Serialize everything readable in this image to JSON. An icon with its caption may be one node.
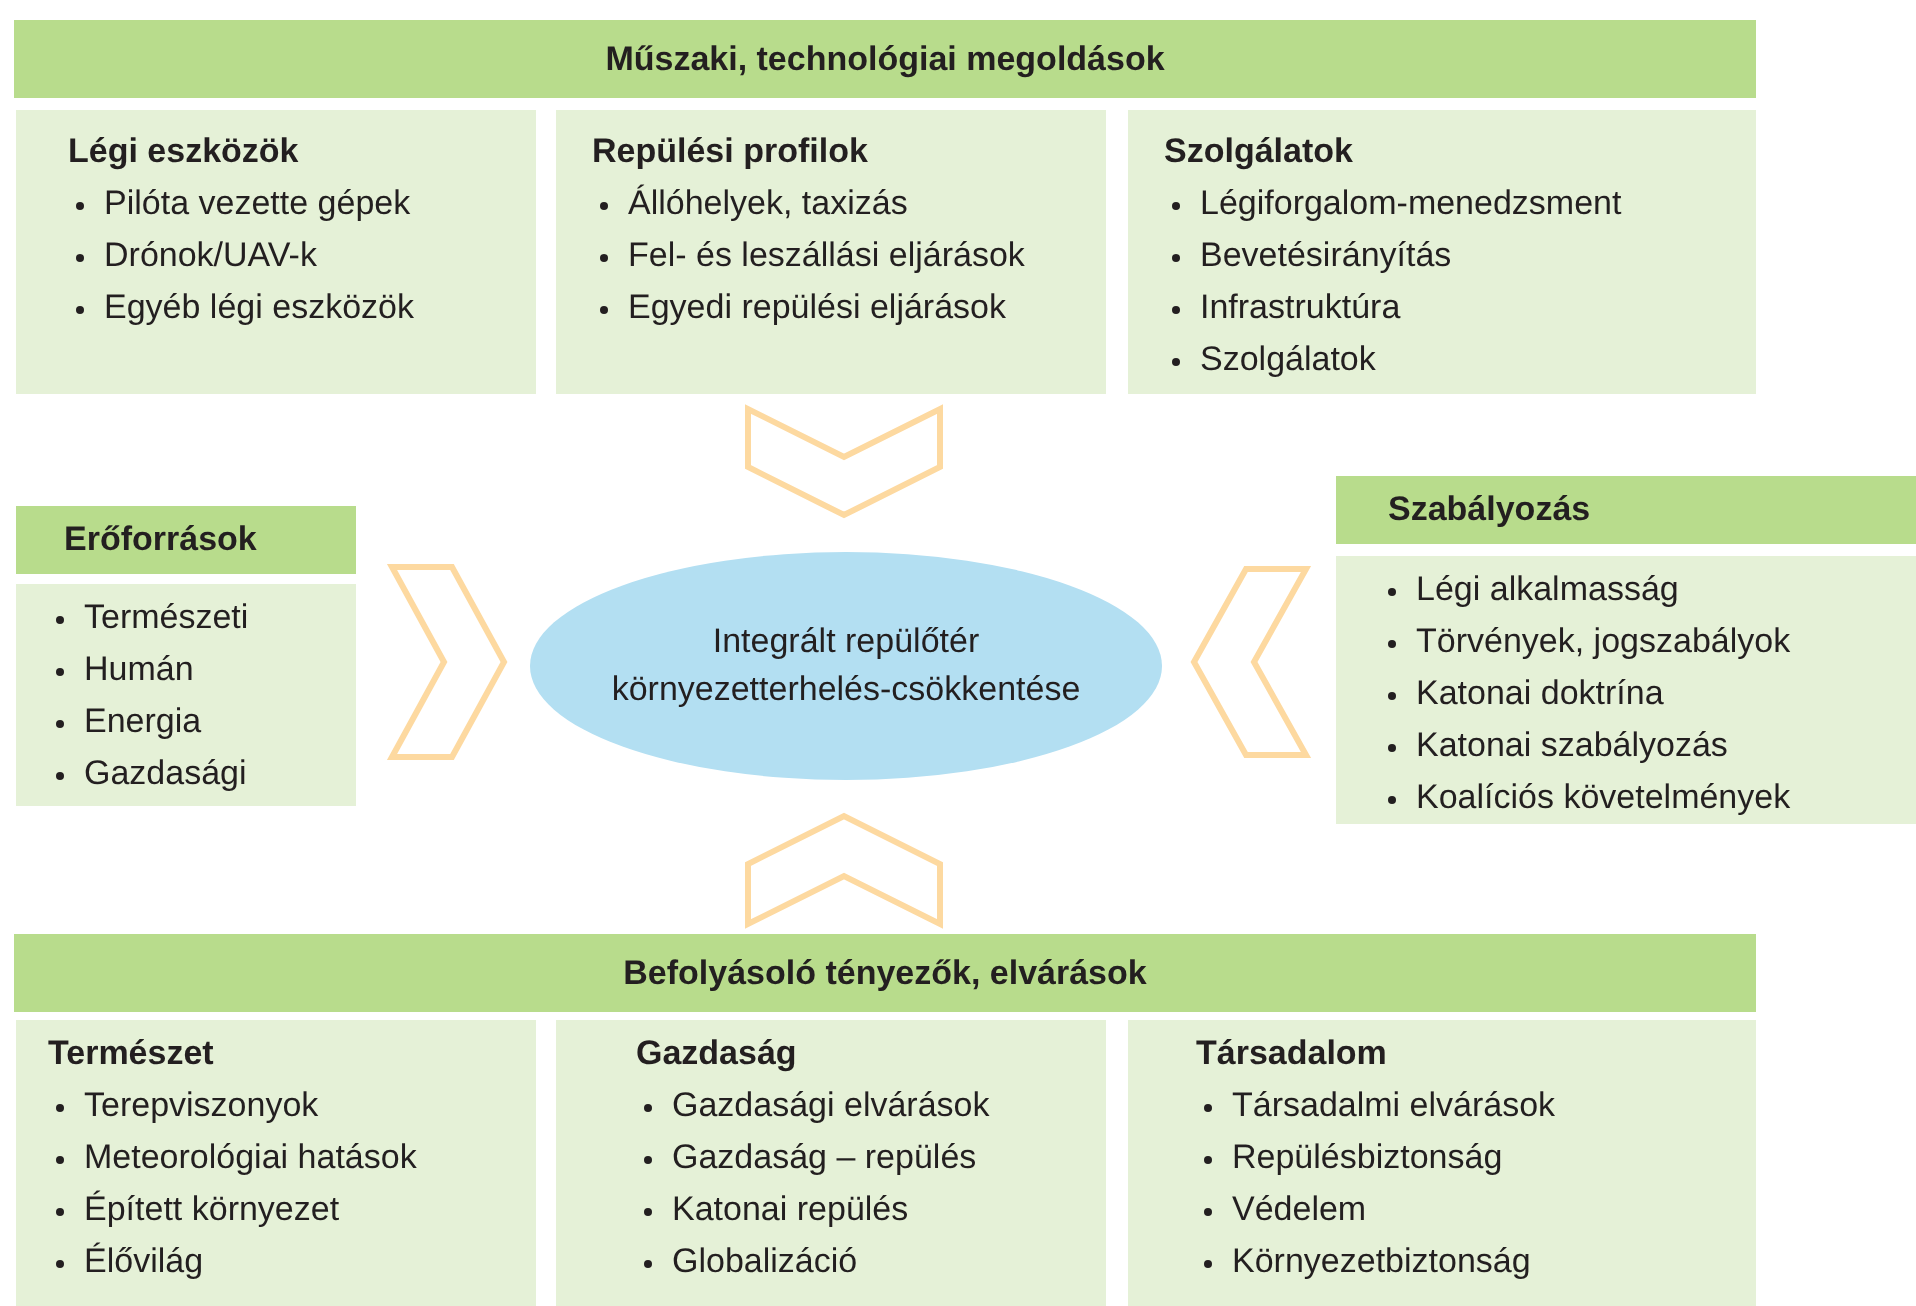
{
  "diagram": {
    "nodes": [
      {
        "text": [
          "Műszaki, technológiai megoldások"
        ]
      },
      {
        "text": [
          "Légi eszközök",
          "Pilóta vezette gépek",
          "Drónok/UAV-k",
          "Egyéb légi eszközök"
        ]
      },
      {
        "text": [
          "Repülési profilok",
          "Állóhelyek, taxizás",
          "Fel- és leszállási eljárások",
          "Egyedi repülési eljárások"
        ]
      },
      {
        "text": [
          "Szolgálatok",
          "Légiforgalom-menedzsment",
          "Bevetésirányítás",
          "Infrastruktúra",
          "Szolgálatok"
        ]
      },
      {
        "text": [
          "Erőforrások",
          "Természeti",
          "Humán",
          "Energia",
          "Gazdasági"
        ]
      },
      {
        "text": [
          "Integrált repülőtér környezetterhelés-csökkentése"
        ]
      },
      {
        "text": [
          "Szabályozás",
          "Légi alkalmasság",
          "Törvények, jogszabályok",
          "Katonai doktrína",
          "Katonai szabályozás",
          "Koalíciós követelmények"
        ]
      },
      {
        "text": [
          "Befolyásoló tényezők, elvárások"
        ]
      },
      {
        "text": [
          "Természet",
          "Terepviszonyok",
          "Meteorológiai hatások",
          "Épített környezet",
          "Élővilág"
        ]
      },
      {
        "text": [
          "Gazdaság",
          "Gazdasági elvárások",
          "Gazdaság – repülés",
          "Katonai repülés",
          "Globalizáció"
        ]
      },
      {
        "text": [
          "Társadalom",
          "Társadalmi elvárások",
          "Repülésbiztonság",
          "Védelem",
          "Környezetbiztonság"
        ]
      }
    ],
    "edges": [
      {
        "from": 2,
        "to": 5,
        "arrow": "to"
      },
      {
        "from": 4,
        "to": 5,
        "arrow": "to"
      },
      {
        "from": 6,
        "to": 5,
        "arrow": "to"
      },
      {
        "from": 7,
        "to": 5,
        "arrow": "to"
      }
    ]
  }
}
